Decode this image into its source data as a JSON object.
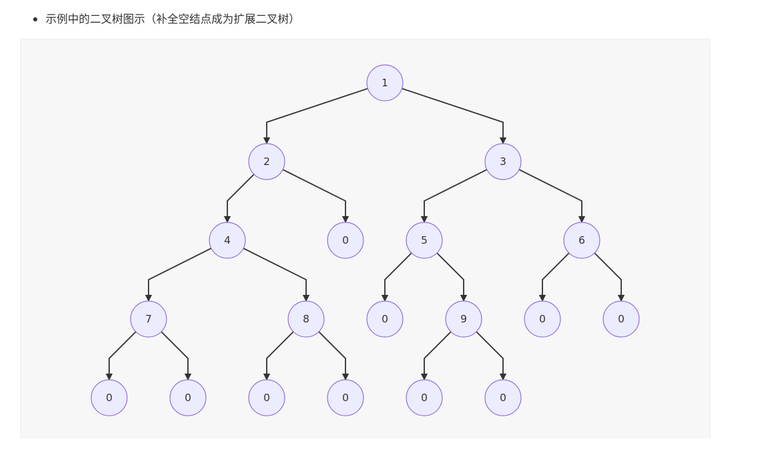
{
  "caption": "示例中的二叉树图示（补全空结点成为扩展二叉树）",
  "colors": {
    "panel_background": "#f7f7f7",
    "node_fill": "#ececff",
    "node_stroke": "#9370db",
    "edge": "#333333"
  },
  "tree": {
    "nodes": [
      {
        "id": "n1",
        "label": "1"
      },
      {
        "id": "n2",
        "label": "2"
      },
      {
        "id": "n3",
        "label": "3"
      },
      {
        "id": "n4",
        "label": "4"
      },
      {
        "id": "n2r",
        "label": "0"
      },
      {
        "id": "n5",
        "label": "5"
      },
      {
        "id": "n6",
        "label": "6"
      },
      {
        "id": "n7",
        "label": "7"
      },
      {
        "id": "n8",
        "label": "8"
      },
      {
        "id": "n5l",
        "label": "0"
      },
      {
        "id": "n9",
        "label": "9"
      },
      {
        "id": "n6l",
        "label": "0"
      },
      {
        "id": "n6r",
        "label": "0"
      },
      {
        "id": "n7l",
        "label": "0"
      },
      {
        "id": "n7r",
        "label": "0"
      },
      {
        "id": "n8l",
        "label": "0"
      },
      {
        "id": "n8r",
        "label": "0"
      },
      {
        "id": "n9l",
        "label": "0"
      },
      {
        "id": "n9r",
        "label": "0"
      }
    ],
    "edges": [
      [
        "n1",
        "n2"
      ],
      [
        "n1",
        "n3"
      ],
      [
        "n2",
        "n4"
      ],
      [
        "n2",
        "n2r"
      ],
      [
        "n3",
        "n5"
      ],
      [
        "n3",
        "n6"
      ],
      [
        "n4",
        "n7"
      ],
      [
        "n4",
        "n8"
      ],
      [
        "n5",
        "n5l"
      ],
      [
        "n5",
        "n9"
      ],
      [
        "n6",
        "n6l"
      ],
      [
        "n6",
        "n6r"
      ],
      [
        "n7",
        "n7l"
      ],
      [
        "n7",
        "n7r"
      ],
      [
        "n8",
        "n8l"
      ],
      [
        "n8",
        "n8r"
      ],
      [
        "n9",
        "n9l"
      ],
      [
        "n9",
        "n9r"
      ]
    ]
  }
}
